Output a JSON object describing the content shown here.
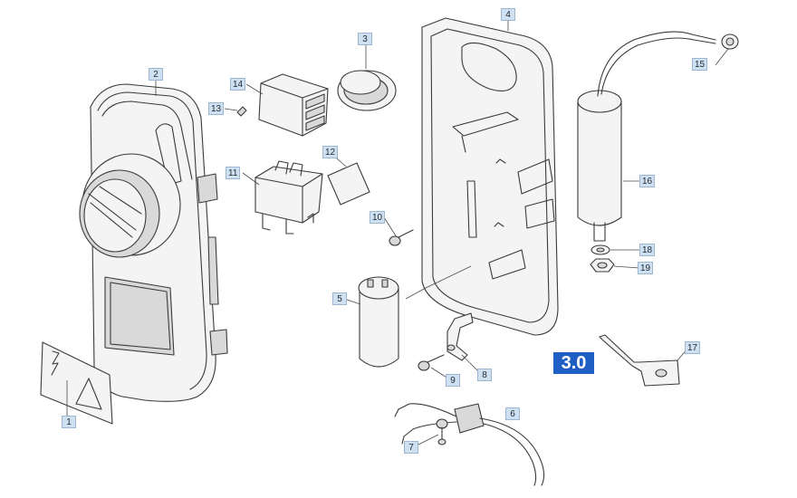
{
  "diagram": {
    "version_badge": "3.0",
    "callouts": {
      "c1": "1",
      "c2": "2",
      "c3": "3",
      "c4": "4",
      "c5": "5",
      "c6": "6",
      "c7": "7",
      "c8": "8",
      "c9": "9",
      "c10": "10",
      "c11": "11",
      "c12": "12",
      "c13": "13",
      "c14": "14",
      "c15": "15",
      "c16": "16",
      "c17": "17",
      "c18": "18",
      "c19": "19"
    }
  },
  "colors": {
    "callout_fill": "#cfe0f0",
    "badge_fill": "#1f5fc4",
    "line": "#3a3a3a"
  }
}
